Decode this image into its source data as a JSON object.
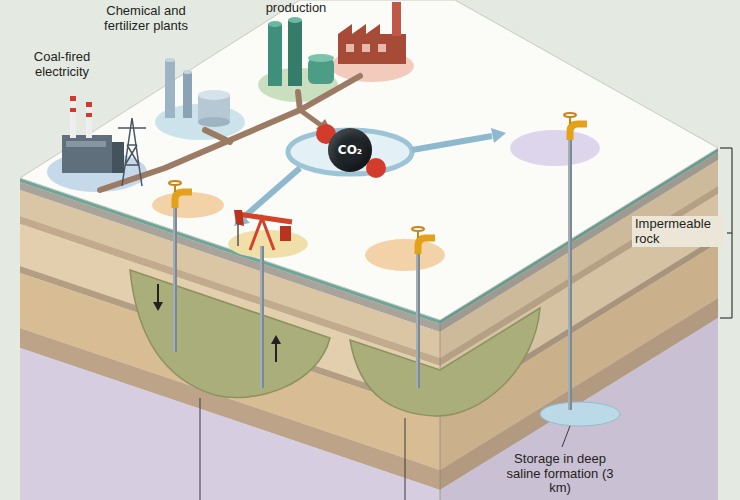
{
  "diagram": {
    "nodes": [
      {
        "text": [
          "CO₂"
        ]
      }
    ],
    "labels": [
      "Coal-fired electricity",
      "Chemical and fertilizer plants",
      "production",
      "Impermeable rock",
      "Storage in deep saline formation (3 km)"
    ]
  }
}
